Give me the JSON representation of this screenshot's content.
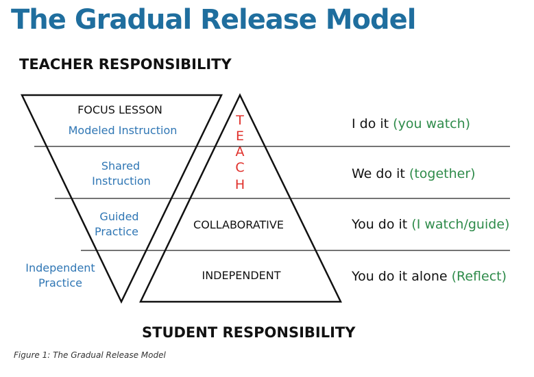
{
  "title": "The Gradual Release Model",
  "teacher_heading": "TEACHER RESPONSIBILITY",
  "student_heading": "STUDENT RESPONSIBILITY",
  "caption": "Figure 1: The Gradual Release Model",
  "left_triangle": {
    "focus_lesson": "FOCUS LESSON",
    "modeled_instruction": "Modeled Instruction",
    "shared_line1": "Shared",
    "shared_line2": "Instruction",
    "guided_line1": "Guided",
    "guided_line2": "Practice",
    "independent_line1": "Independent",
    "independent_line2": "Practice"
  },
  "right_triangle": {
    "teach_letters": [
      "T",
      "E",
      "A",
      "C",
      "H"
    ],
    "collaborative": "COLLABORATIVE",
    "independent": "INDEPENDENT"
  },
  "rows": [
    {
      "main": "I do it",
      "note": "(you watch)"
    },
    {
      "main": "We do it",
      "note": "(together)"
    },
    {
      "main": "You do it",
      "note": "(I watch/guide)"
    },
    {
      "main": "You do it alone",
      "note": "(Reflect)"
    }
  ],
  "colors": {
    "title": "#1f6e9e",
    "blue_label": "#2f76b4",
    "green_note": "#2e8b4a",
    "teach_red": "#e0302b"
  }
}
